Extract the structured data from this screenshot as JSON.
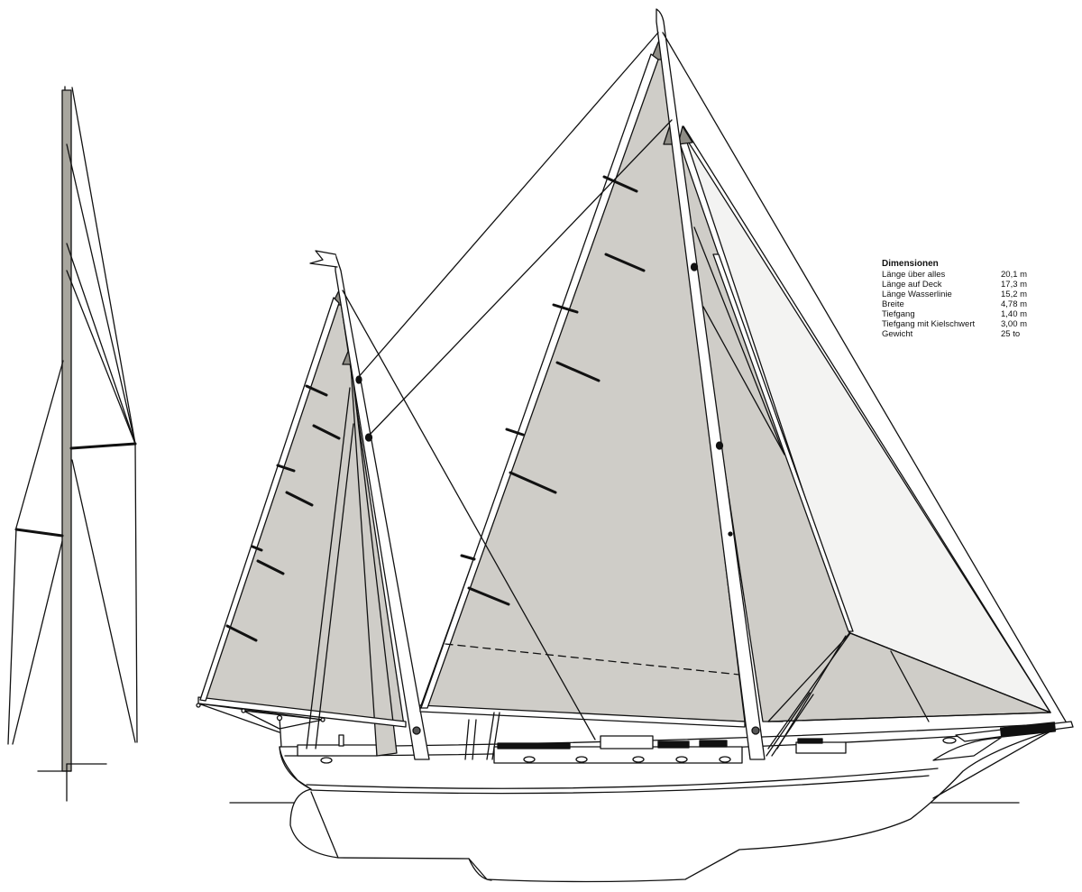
{
  "colors": {
    "sail": "#cfcdc8",
    "sail_light": "#f3f3f2",
    "mast_side": "#a8a69e",
    "line": "#111111",
    "background": "#ffffff"
  },
  "dimensions": {
    "title": "Dimensionen",
    "rows": [
      {
        "label": "Länge über alles",
        "value": "20,1 m"
      },
      {
        "label": "Länge auf Deck",
        "value": "17,3 m"
      },
      {
        "label": "Länge Wasserlinie",
        "value": "15,2 m"
      },
      {
        "label": "Breite",
        "value": "4,78 m"
      },
      {
        "label": "Tiefgang",
        "value": "1,40 m"
      },
      {
        "label": "Tiefgang mit Kielschwert",
        "value": "3,00 m"
      },
      {
        "label": "Gewicht",
        "value": "25 to"
      }
    ]
  }
}
